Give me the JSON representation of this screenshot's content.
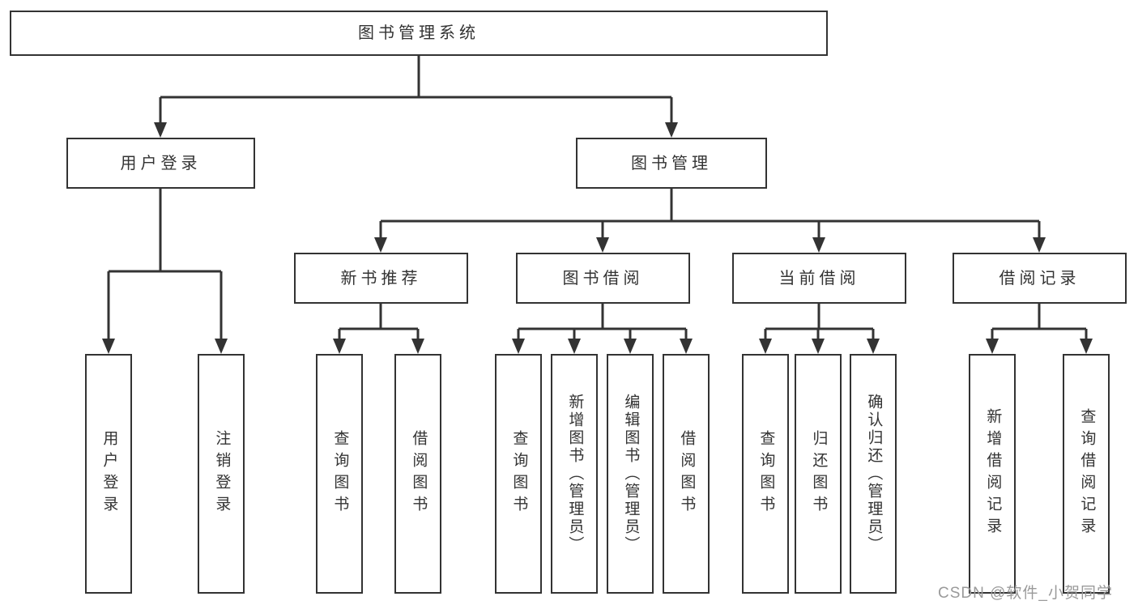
{
  "watermark": "CSDN @软件_小贺同学",
  "colors": {
    "line": "#333333",
    "box_border": "#333333",
    "box_background": "#ffffff",
    "text": "#333333",
    "watermark_text": "#9a9a9a"
  },
  "tree": {
    "label": "图书管理系统",
    "children": [
      {
        "label": "用户登录",
        "children": [
          {
            "label": "用户登录"
          },
          {
            "label": "注销登录"
          }
        ]
      },
      {
        "label": "图书管理",
        "children": [
          {
            "label": "新书推荐",
            "children": [
              {
                "label": "查询图书"
              },
              {
                "label": "借阅图书"
              }
            ]
          },
          {
            "label": "图书借阅",
            "children": [
              {
                "label": "查询图书"
              },
              {
                "label": "新增图书（管理员）"
              },
              {
                "label": "编辑图书（管理员）"
              },
              {
                "label": "借阅图书"
              }
            ]
          },
          {
            "label": "当前借阅",
            "children": [
              {
                "label": "查询图书"
              },
              {
                "label": "归还图书"
              },
              {
                "label": "确认归还（管理员）"
              }
            ]
          },
          {
            "label": "借阅记录",
            "children": [
              {
                "label": "新增借阅记录"
              },
              {
                "label": "查询借阅记录"
              }
            ]
          }
        ]
      }
    ]
  }
}
